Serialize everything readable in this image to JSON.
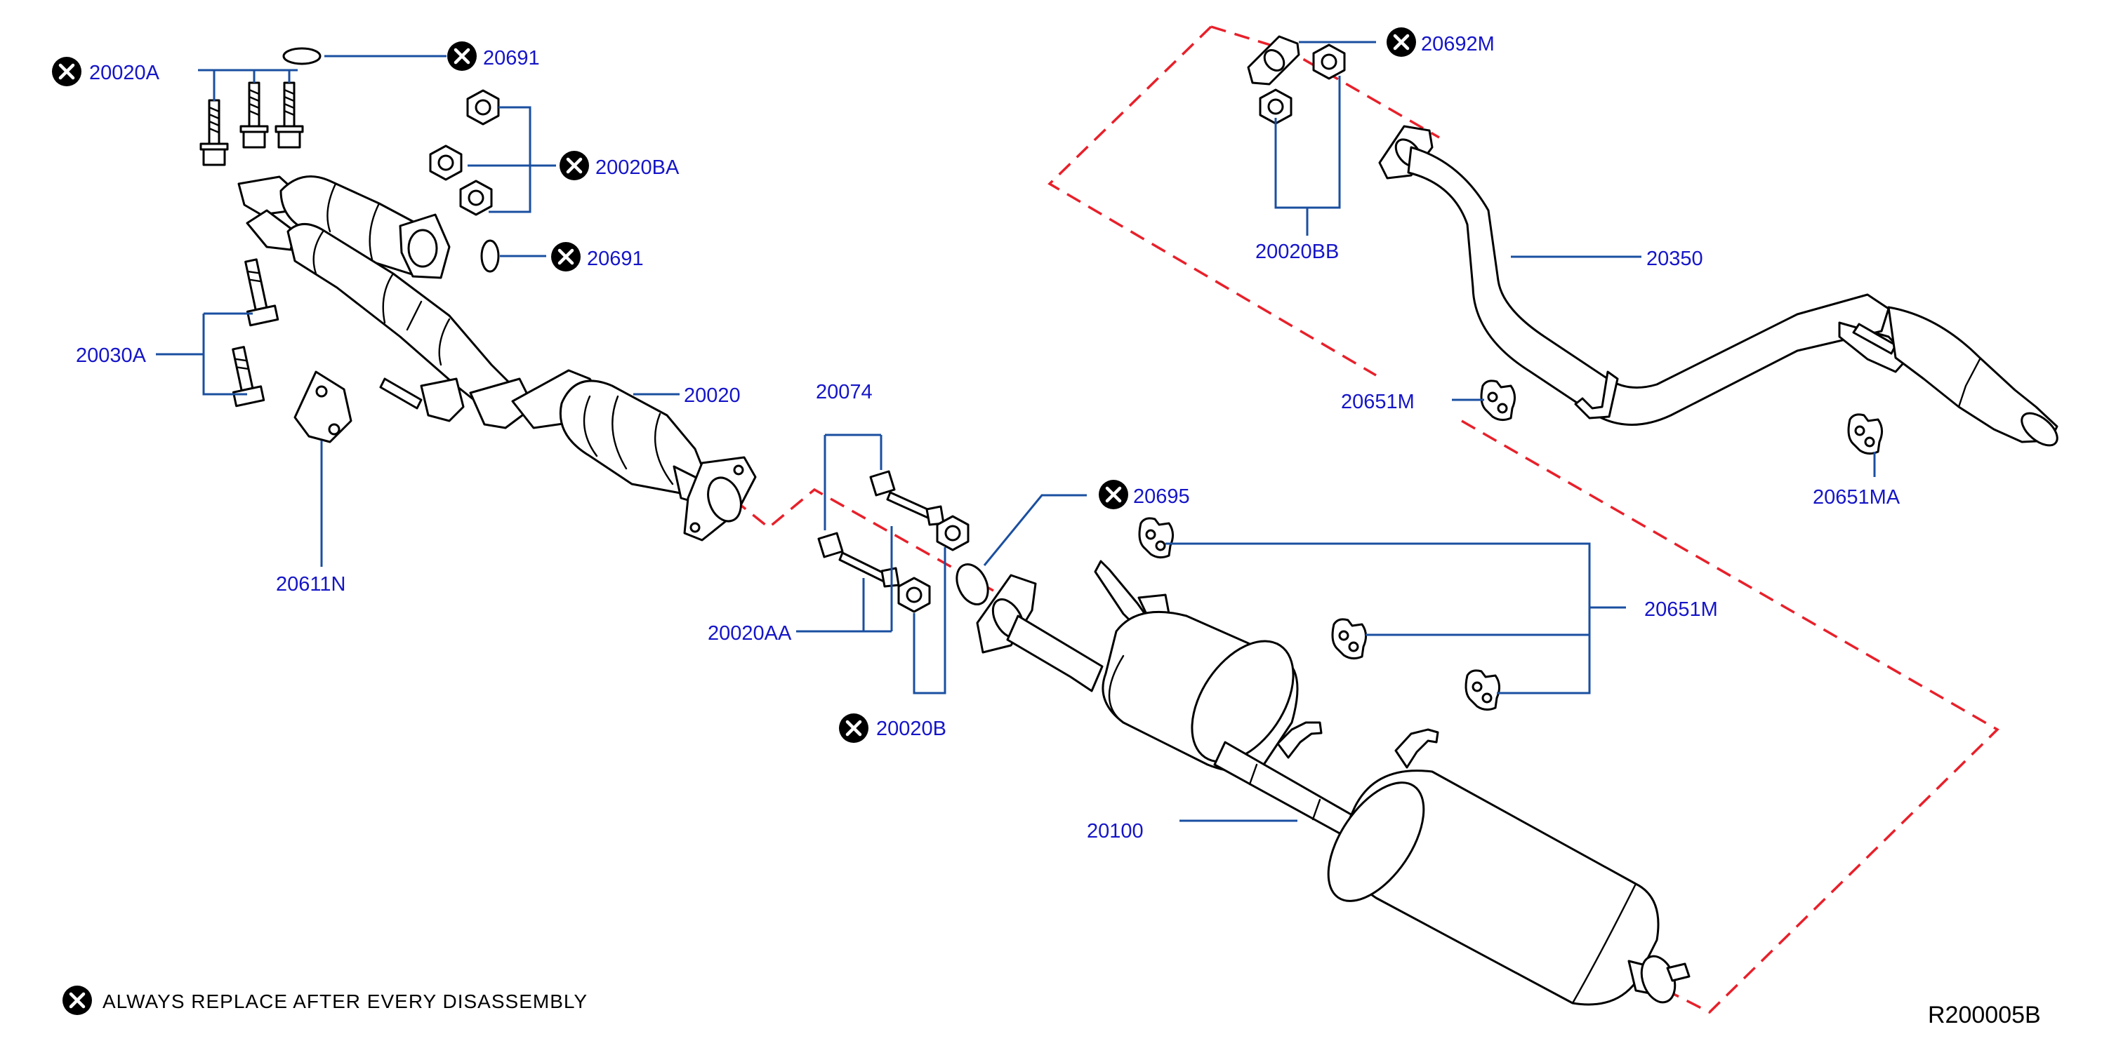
{
  "labels": {
    "p20020A": "20020A",
    "p20691_top": "20691",
    "p20020BA": "20020BA",
    "p20691_mid": "20691",
    "p20030A": "20030A",
    "p20020": "20020",
    "p20611N": "20611N",
    "p20074": "20074",
    "p20020AA": "20020AA",
    "p20020B": "20020B",
    "p20695": "20695",
    "p20100": "20100",
    "p20651M_right": "20651M",
    "p20651M_mid": "20651M",
    "p20692M": "20692M",
    "p20020BB": "20020BB",
    "p20350": "20350",
    "p20651MA": "20651MA"
  },
  "legend": {
    "always_replace": "ALWAYS REPLACE AFTER EVERY DISASSEMBLY"
  },
  "diagram_code": "R200005B",
  "colors": {
    "label_text": "#1515c8",
    "leader_line": "#1a4fa0",
    "dashed_line": "#e8202a",
    "parts": "#000000"
  },
  "icons": {
    "replace_marker": "x-circle-icon"
  }
}
